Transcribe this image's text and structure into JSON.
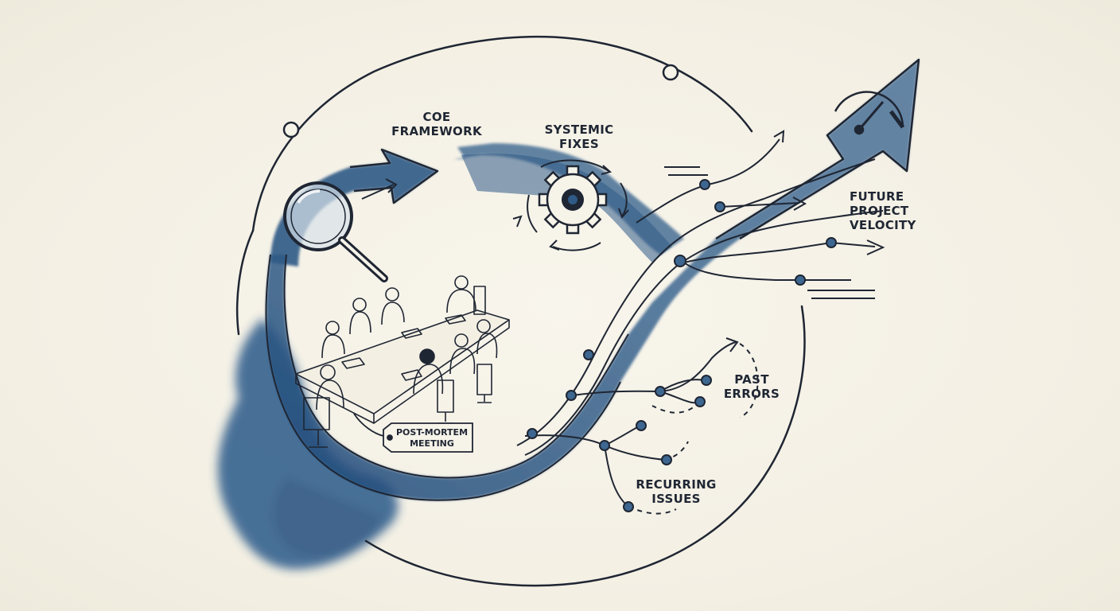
{
  "labels": {
    "coe_framework": "COE\nFRAMEWORK",
    "systemic_fixes": "SYSTEMIC\nFIXES",
    "future_project_velocity": "FUTURE\nPROJECT\nVELOCITY",
    "past_errors": "PAST\nERRORS",
    "recurring_issues": "RECURRING\nISSUES",
    "post_mortem_meeting": "POST-MORTEM\nMEETING"
  },
  "icons": [
    "magnifying-glass-icon",
    "gear-icon",
    "speedometer-icon",
    "meeting-table-illustration"
  ],
  "colors": {
    "ink": "#1f2633",
    "wash_blue": "#2f5a86",
    "wash_light": "#6f8fae",
    "paper": "#f6f3e9"
  }
}
